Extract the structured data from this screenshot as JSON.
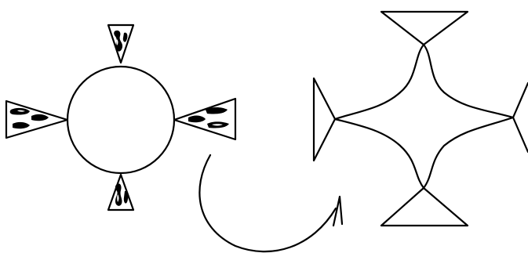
{
  "figure": {
    "left_panel": {
      "shape": "circle",
      "wedges": 4,
      "wedge_fill": "hatched"
    },
    "right_panel": {
      "shape": "deformed-star",
      "wedges": 4,
      "wedge_fill": "empty"
    },
    "transition": {
      "icon": "curved-arrow-icon"
    }
  },
  "colors": {
    "stroke": "#000000",
    "background": "#ffffff"
  }
}
